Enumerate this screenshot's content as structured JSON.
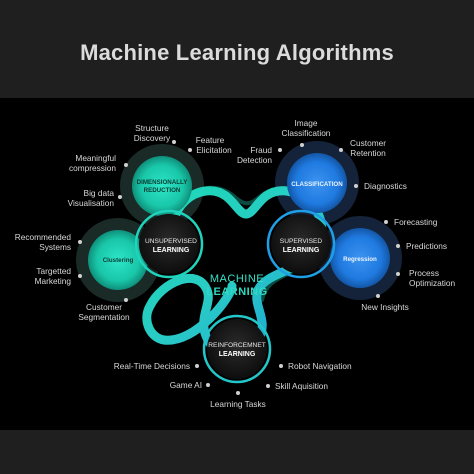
{
  "title": "Machine Learning Algorithms",
  "center": {
    "line1": "MACHINE",
    "line2": "LEARNING"
  },
  "main_nodes": {
    "unsupervised": {
      "line1": "UNSUPERVISED",
      "line2": "LEARNING"
    },
    "supervised": {
      "line1": "SUPERVISED",
      "line2": "LEARNING"
    },
    "reinforcement": {
      "line1": "REINFORCEMNET",
      "line2": "LEARNING"
    }
  },
  "sub_nodes": {
    "dimensionality": {
      "line1": "DIMENSIONALLY",
      "line2": "REDUCTION"
    },
    "clustering": {
      "line1": "Clustering"
    },
    "classification": {
      "line1": "CLASSIFICATION"
    },
    "regression": {
      "line1": "Regression"
    }
  },
  "labels": {
    "structure_discovery": [
      "Structure",
      "Discovery"
    ],
    "feature_elicitation": [
      "Feature",
      "Elicitation"
    ],
    "meaningful_compression": [
      "Meaningful",
      "compression"
    ],
    "big_data_visualisation": [
      "Big data",
      "Visualisation"
    ],
    "recommended_systems": [
      "Recommended",
      "Systems"
    ],
    "targetted_marketing": [
      "Targetted",
      "Marketing"
    ],
    "customer_segmentation": [
      "Customer",
      "Segmentation"
    ],
    "image_classification": [
      "Image",
      "Classification"
    ],
    "fraud_detection": [
      "Fraud",
      "Detection"
    ],
    "customer_retention": [
      "Customer",
      "Retention"
    ],
    "diagnostics": [
      "Diagnostics"
    ],
    "forecasting": [
      "Forecasting"
    ],
    "predictions": [
      "Predictions"
    ],
    "process_optimization": [
      "Process",
      "Optimization"
    ],
    "new_insights": [
      "New Insights"
    ],
    "real_time_decisions": [
      "Real-Time Decisions"
    ],
    "game_ai": [
      "Game AI"
    ],
    "learning_tasks": [
      "Learning Tasks"
    ],
    "robot_navigation": [
      "Robot Navigation"
    ],
    "skill_aquisition": [
      "Skill Aquisition"
    ]
  },
  "colors": {
    "background": "#000000",
    "page": "#1f1f1f",
    "teal": "#2ee6c9",
    "blue": "#1f7ae0",
    "dark_node": "#151515",
    "text": "#d8d8d8"
  }
}
